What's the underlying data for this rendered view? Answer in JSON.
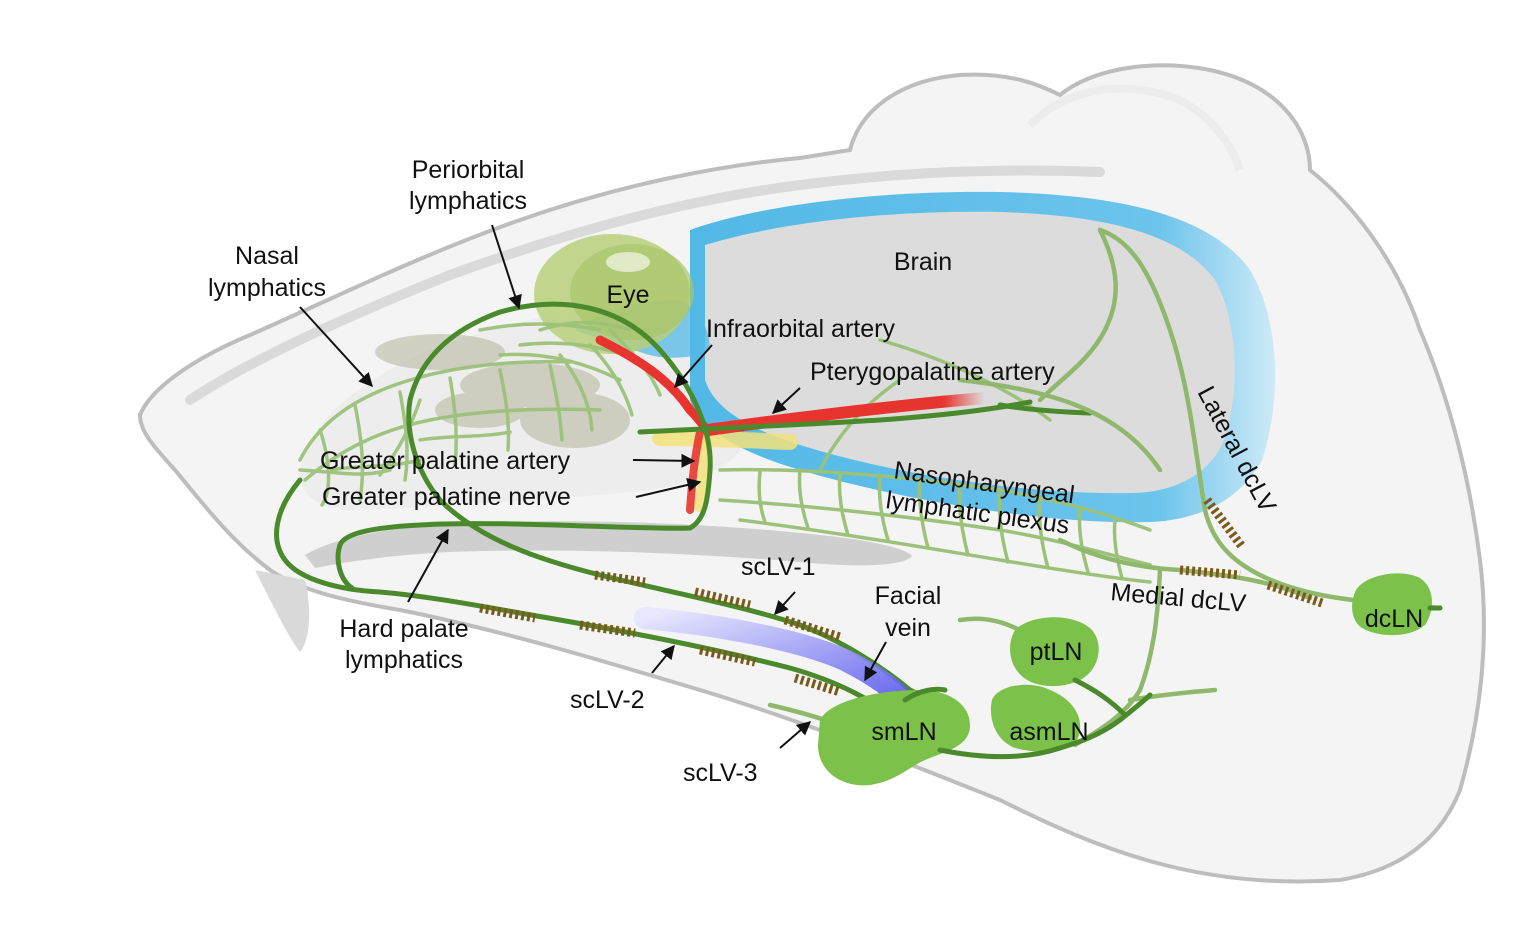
{
  "colors": {
    "background": "#ffffff",
    "head_fill": "#f4f4f4",
    "head_outline": "#bdbdbd",
    "skull_fill": "#e2e2e2",
    "brain_fill": "#dcdcdc",
    "csf_blue": "#52b8e6",
    "eye_green": "#b8cf7a",
    "lymph_dark": "#4a8a2c",
    "lymph_light": "#9cc27a",
    "lymph_valve": "#7a5a1a",
    "lymph_node": "#7cc24a",
    "artery_red": "#e8342e",
    "nerve_yellow": "#f2e27a",
    "facial_vein": "#6666ee",
    "palate_gray": "#cfcfcf",
    "text": "#111111"
  },
  "labels": {
    "periorbital_line1": "Periorbital",
    "periorbital_line2": "lymphatics",
    "nasal_line1": "Nasal",
    "nasal_line2": "lymphatics",
    "eye": "Eye",
    "brain": "Brain",
    "infraorbital_artery": "Infraorbital artery",
    "pterygopalatine_artery": "Pterygopalatine artery",
    "greater_palatine_artery": "Greater palatine artery",
    "greater_palatine_nerve": "Greater palatine nerve",
    "nasopharyngeal_line1": "Nasopharyngeal",
    "nasopharyngeal_line2": "lymphatic plexus",
    "lateral_dclv": "Lateral dcLV",
    "medial_dclv": "Medial dcLV",
    "dcln": "dcLN",
    "sclv1": "scLV-1",
    "sclv2": "scLV-2",
    "sclv3": "scLV-3",
    "facial_vein_line1": "Facial",
    "facial_vein_line2": "vein",
    "ptln": "ptLN",
    "asmln": "asmLN",
    "smln": "smLN",
    "hard_palate_line1": "Hard palate",
    "hard_palate_line2": "lymphatics"
  }
}
